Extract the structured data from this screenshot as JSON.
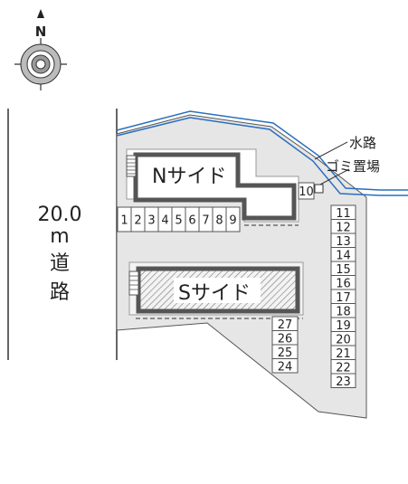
{
  "compass": {
    "north_label": "N"
  },
  "road": {
    "width_label": "20.0",
    "unit_label": "m",
    "name_char_1": "道",
    "name_char_2": "路"
  },
  "buildings": {
    "north": "Nサイド",
    "south": "Sサイド"
  },
  "labels": {
    "waterway": "水路",
    "garbage": "ゴミ置場"
  },
  "slots": {
    "top_row": [
      "1",
      "2",
      "3",
      "4",
      "5",
      "6",
      "7",
      "8",
      "9"
    ],
    "single": "10",
    "right_column": [
      "11",
      "12",
      "13",
      "14",
      "15",
      "16",
      "17",
      "18",
      "19",
      "20",
      "21",
      "22",
      "23"
    ],
    "bottom_stack": [
      "27",
      "26",
      "25",
      "24"
    ]
  },
  "colors": {
    "lot_fill": "#e6e6e6",
    "building_border": "#555555",
    "water_line": "#2a6fbf",
    "slot_fill": "#ffffff"
  }
}
